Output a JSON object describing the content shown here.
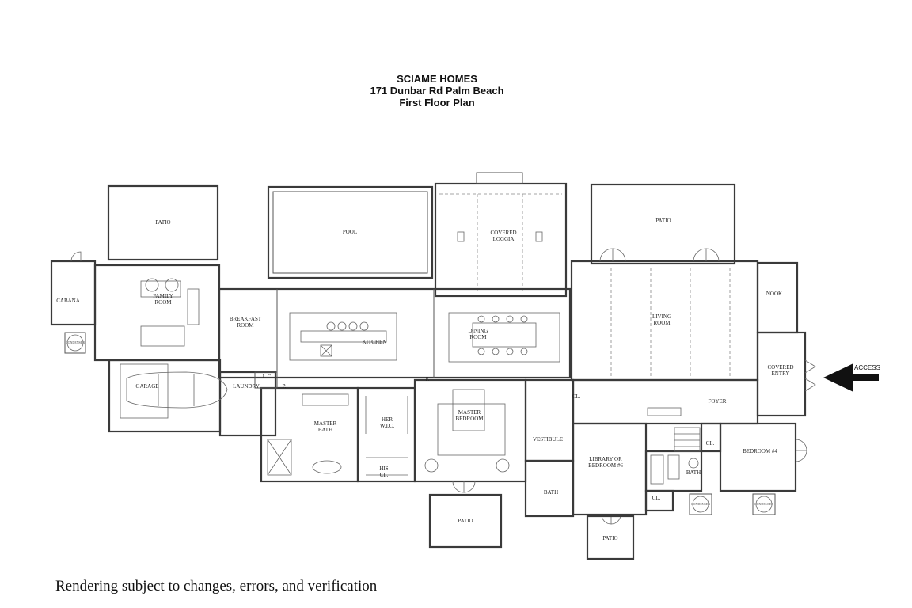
{
  "header": {
    "line1": "SCIAME HOMES",
    "line2": "171 Dunbar Rd Palm Beach",
    "line3": "First Floor Plan"
  },
  "footer_note": "Rendering subject to changes, errors, and verification",
  "access_label": "ACCESS",
  "rooms": {
    "patio_left": "PATIO",
    "pool": "POOL",
    "covered_loggia": [
      "COVERED",
      "LOGGIA"
    ],
    "patio_right": "PATIO",
    "cabana": "CABANA",
    "family_room": [
      "FAMILY",
      "ROOM"
    ],
    "breakfast_room": [
      "BREAKFAST",
      "ROOM"
    ],
    "kitchen": "KITCHEN",
    "dining_room": [
      "DINING",
      "ROOM"
    ],
    "living_room": [
      "LIVING",
      "ROOM"
    ],
    "nook": "NOOK",
    "covered_entry": [
      "COVERED",
      "ENTRY"
    ],
    "garage": "GARAGE",
    "laundry": "LAUNDRY",
    "master_bath": [
      "MASTER",
      "BATH"
    ],
    "her_wic": [
      "HER",
      "W.I.C."
    ],
    "his_cl": [
      "HIS",
      "CL."
    ],
    "master_bedroom": [
      "MASTER",
      "BEDROOM"
    ],
    "vestibule": "VESTIBULE",
    "foyer": "FOYER",
    "library": [
      "LIBRARY OR",
      "BEDROOM #6"
    ],
    "bath_a": "BATH",
    "bath_b": "BATH",
    "bedroom4": "BEDROOM #4",
    "closet_a": "CL.",
    "closet_b": "CL.",
    "closet_c": "CL.",
    "lc": "L.C.",
    "pantry_a": "P.",
    "pantry_b": "P.",
    "patio_bottom": "PATIO",
    "patio_front": "PATIO"
  },
  "equipment": {
    "condenser_label": "CONDENSER"
  }
}
